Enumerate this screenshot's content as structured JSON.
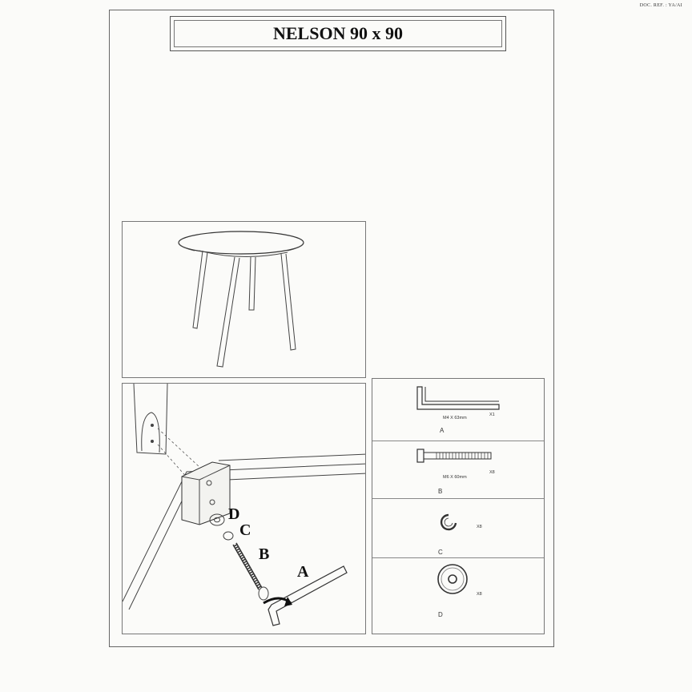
{
  "header": {
    "doc_ref": "DOC. REF. : YA/AI",
    "title": "NELSON 90 x 90"
  },
  "callouts": {
    "d": "D",
    "c": "C",
    "b": "B",
    "a": "A"
  },
  "parts": [
    {
      "letter": "A",
      "spec": "M4 X 63mm",
      "qty": "X1",
      "icon": "allen-key-icon"
    },
    {
      "letter": "B",
      "spec": "M6 X 60mm",
      "qty": "X8",
      "icon": "bolt-icon"
    },
    {
      "letter": "C",
      "spec": "",
      "qty": "X8",
      "icon": "split-washer-icon"
    },
    {
      "letter": "D",
      "spec": "",
      "qty": "X8",
      "icon": "flat-washer-icon"
    }
  ]
}
